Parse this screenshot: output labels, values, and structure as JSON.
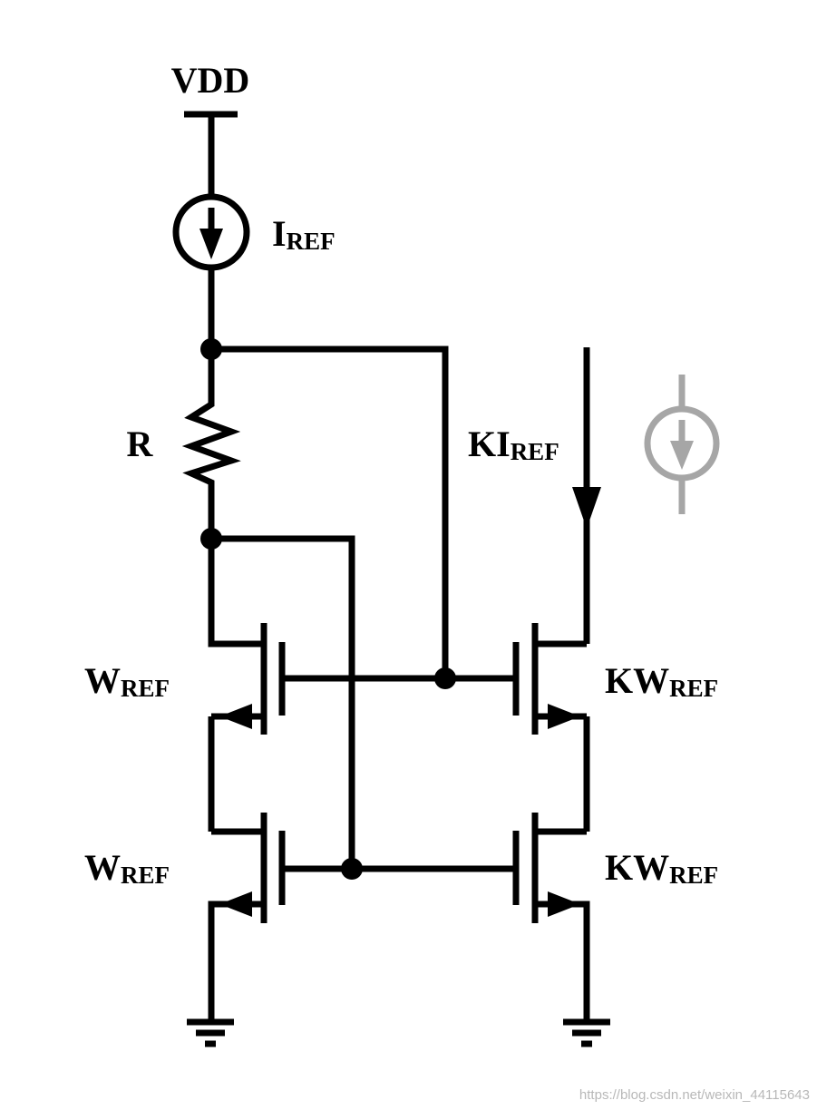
{
  "labels": {
    "vdd": "VDD",
    "iref_main": "I",
    "iref_sub": "REF",
    "r": "R",
    "kiref_main": "KI",
    "kiref_sub": "REF",
    "wref_top_main": "W",
    "wref_top_sub": "REF",
    "wref_bot_main": "W",
    "wref_bot_sub": "REF",
    "kwref_top_main": "KW",
    "kwref_top_sub": "REF",
    "kwref_bot_main": "KW",
    "kwref_bot_sub": "REF"
  },
  "watermark": "https://blog.csdn.net/weixin_44115643",
  "colors": {
    "wire": "#000000",
    "ghost_source": "#a6a6a6",
    "watermark": "#b8b8b8"
  }
}
